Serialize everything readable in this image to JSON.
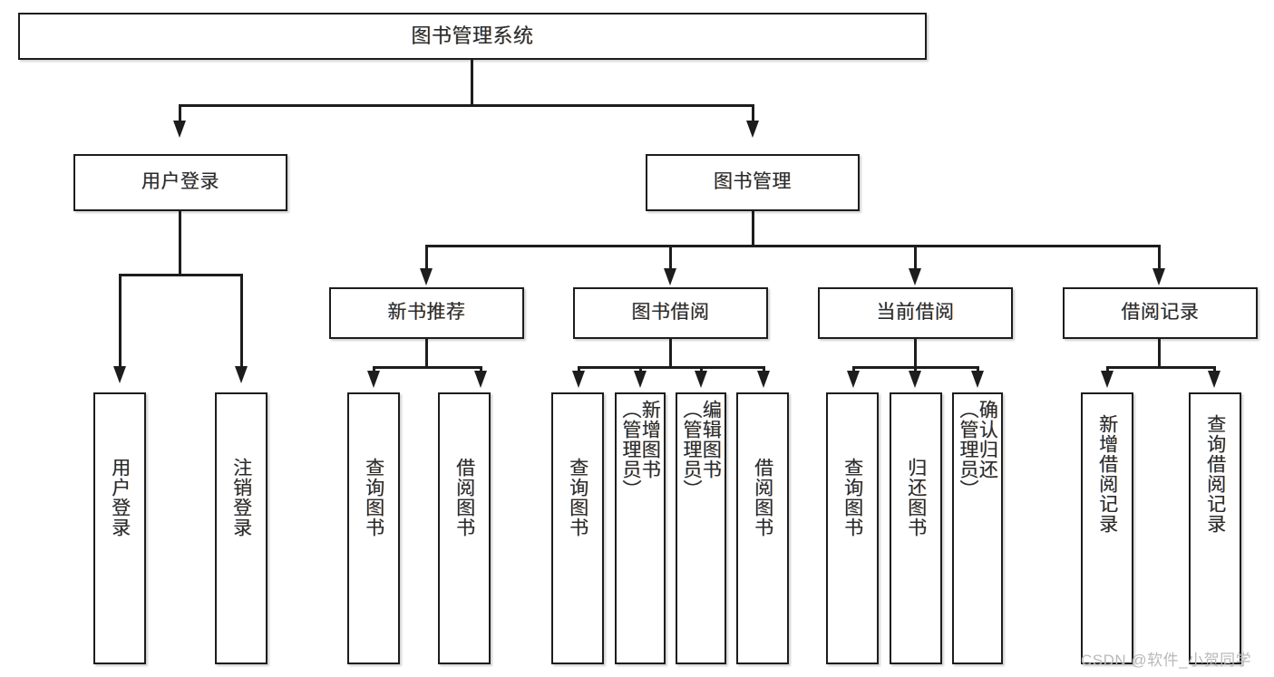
{
  "diagram": {
    "title": "图书管理系统",
    "type": "tree-hierarchy-chart",
    "root": {
      "label": "图书管理系统"
    },
    "level2": [
      {
        "label": "用户登录"
      },
      {
        "label": "图书管理"
      }
    ],
    "level3": [
      {
        "label": "新书推荐"
      },
      {
        "label": "图书借阅"
      },
      {
        "label": "当前借阅"
      },
      {
        "label": "借阅记录"
      }
    ],
    "leaves": {
      "user_login": [
        {
          "label": "用户登录"
        },
        {
          "label": "注销登录"
        }
      ],
      "new_book_recommend": [
        {
          "label": "查询图书"
        },
        {
          "label": "借阅图书"
        }
      ],
      "book_borrow": [
        {
          "label": "查询图书"
        },
        {
          "label": "新增图书\n（管理员）"
        },
        {
          "label": "编辑图书\n（管理员）"
        },
        {
          "label": "借阅图书"
        }
      ],
      "current_borrow": [
        {
          "label": "查询图书"
        },
        {
          "label": "归还图书"
        },
        {
          "label": "确认归还\n（管理员）"
        }
      ],
      "borrow_record": [
        {
          "label": "新增借阅记录"
        },
        {
          "label": "查询借阅记录"
        }
      ]
    }
  },
  "watermark": {
    "text": "CSDN @软件_小贺同学"
  },
  "colors": {
    "stroke": "#1d1d1d",
    "text": "#2b2b2b",
    "background": "#ffffff",
    "watermark": "#b9b9b9"
  }
}
